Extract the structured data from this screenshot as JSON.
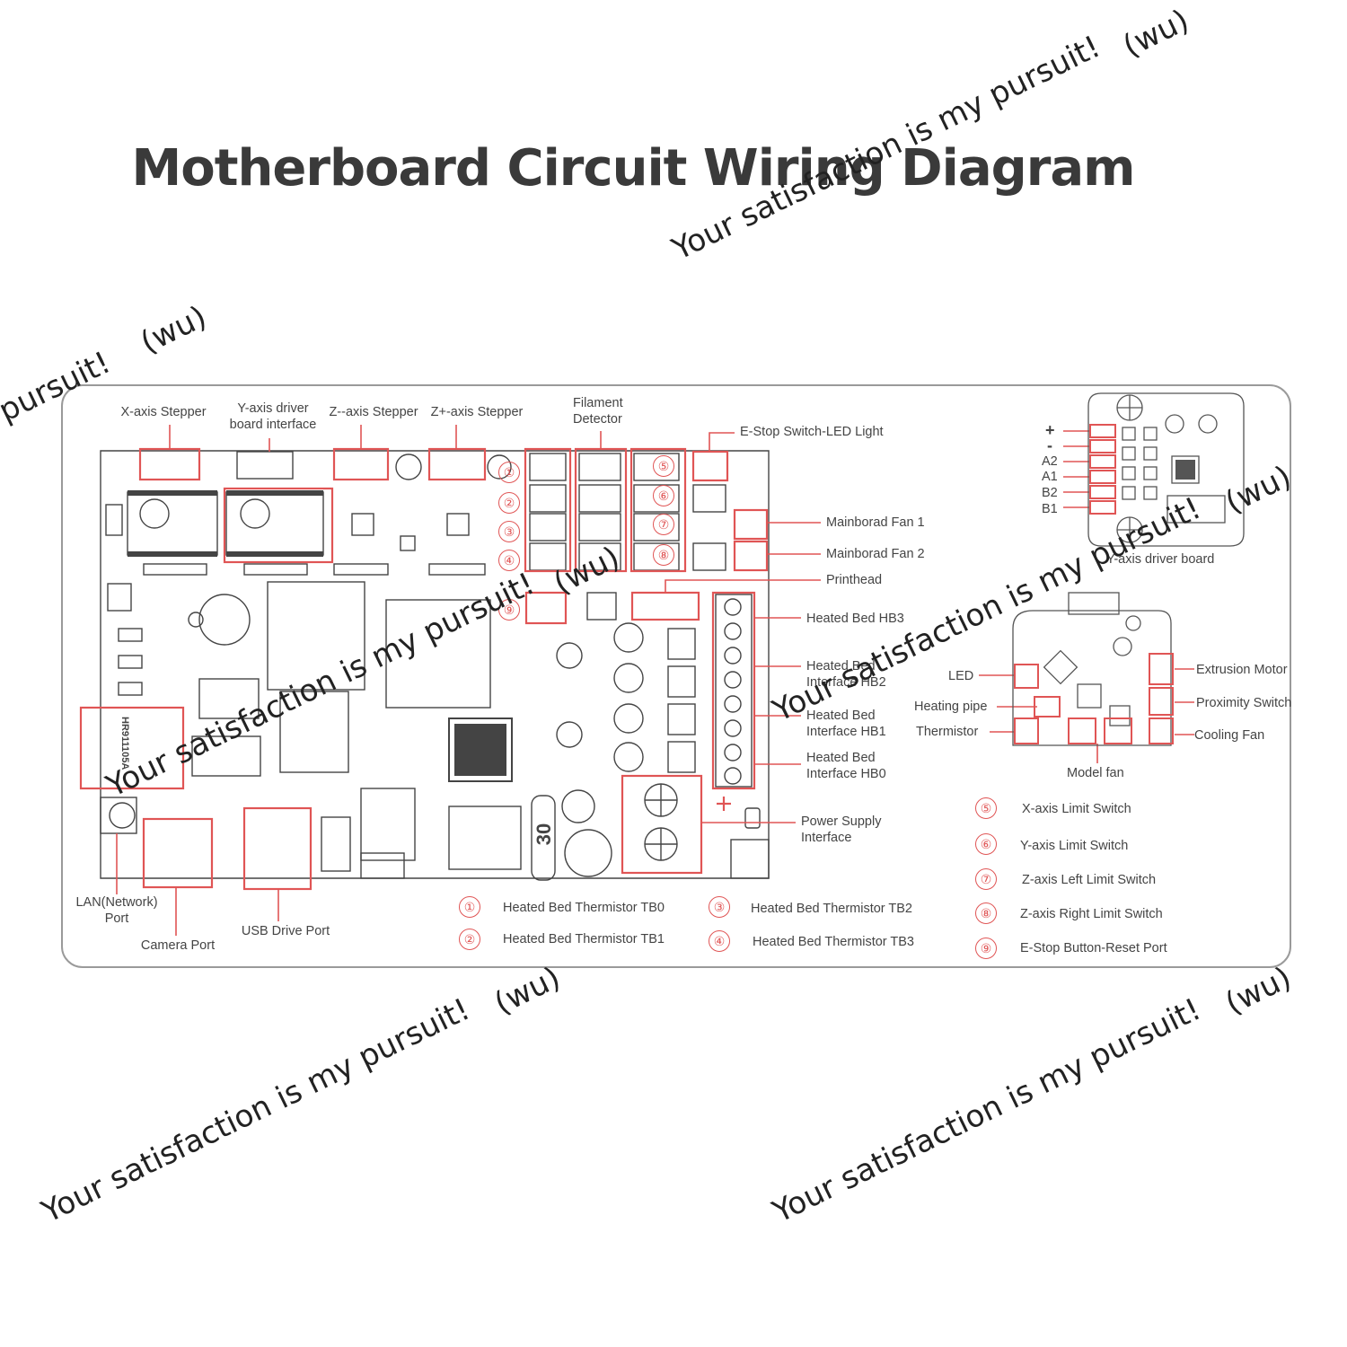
{
  "title": "Motherboard Circuit Wiring Diagram",
  "watermark": {
    "text": "Your satisfaction is my pursuit!",
    "fragment": "pursuit!",
    "tag": "(wu)"
  },
  "colors": {
    "highlight": "#e05555",
    "line": "#444444",
    "frame": "#9a9a9a"
  },
  "board_labels": {
    "x_stepper": "X-axis Stepper",
    "y_driver": "Y-axis driver\nboard interface",
    "z_minus": "Z--axis Stepper",
    "z_plus": "Z+-axis Stepper",
    "filament": "Filament\nDetector",
    "estop_led": "E-Stop Switch-LED Light",
    "fan1": "Mainborad Fan 1",
    "fan2": "Mainborad Fan 2",
    "printhead": "Printhead",
    "hb3": "Heated Bed HB3",
    "hb2": "Heated Bed\nInterface HB2",
    "hb1": "Heated Bed\nInterface HB1",
    "hb0": "Heated Bed\nInterface HB0",
    "power": "Power Supply\nInterface",
    "lan": "LAN(Network)\nPort",
    "camera": "Camera Port",
    "usb": "USB Drive Port",
    "eth_chip": "HR911105A",
    "socket_num": "30"
  },
  "y_driver_board": {
    "caption": "Y-axis driver board",
    "pins": [
      "+",
      "-",
      "A2",
      "A1",
      "B2",
      "B1"
    ]
  },
  "head_board": {
    "led": "LED",
    "heating_pipe": "Heating pipe",
    "thermistor": "Thermistor",
    "extrusion": "Extrusion Motor",
    "proximity": "Proximity Switch",
    "cooling": "Cooling Fan",
    "model_fan": "Model fan"
  },
  "legend": [
    {
      "num": "①",
      "text": "Heated Bed Thermistor  TB0"
    },
    {
      "num": "②",
      "text": "Heated Bed Thermistor TB1"
    },
    {
      "num": "③",
      "text": "Heated Bed Thermistor TB2"
    },
    {
      "num": "④",
      "text": "Heated Bed Thermistor TB3"
    },
    {
      "num": "⑤",
      "text": "X-axis Limit Switch"
    },
    {
      "num": "⑥",
      "text": "Y-axis Limit Switch"
    },
    {
      "num": "⑦",
      "text": "Z-axis Left Limit Switch"
    },
    {
      "num": "⑧",
      "text": "Z-axis Right Limit Switch"
    },
    {
      "num": "⑨",
      "text": "E-Stop Button-Reset Port"
    }
  ]
}
